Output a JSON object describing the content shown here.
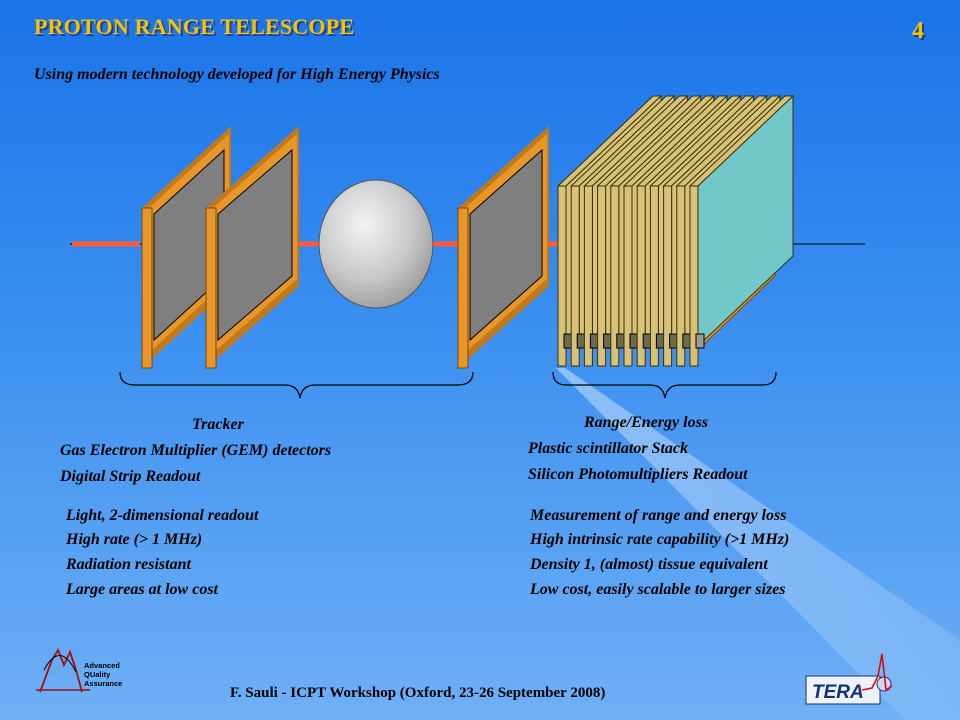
{
  "header": {
    "title": "PROTON RANGE TELESCOPE",
    "slide_number": "4",
    "subtitle": "Using modern technology developed for High Energy Physics"
  },
  "tracker": {
    "heading": "Tracker",
    "lines": [
      "Gas Electron Multiplier (GEM) detectors",
      "Digital Strip Readout"
    ],
    "features": [
      "Light, 2-dimensional readout",
      "High rate (> 1 MHz)",
      "Radiation resistant",
      "Large areas at low cost"
    ]
  },
  "range": {
    "heading": "Range/Energy loss",
    "lines": [
      "Plastic scintillator Stack",
      "Silicon Photomultipliers Readout"
    ],
    "features": [
      "Measurement of range and energy loss",
      "High intrinsic rate capability (>1 MHz)",
      "Density 1, (almost) tissue equivalent",
      "Low cost, easily scalable to larger sizes"
    ]
  },
  "footer": {
    "text": "F. Sauli - ICPT Workshop (Oxford, 23-26 September 2008)"
  },
  "logos": {
    "left_lines": [
      "Advanced",
      "QUality",
      "Assurance"
    ],
    "right": "TERA"
  },
  "colors": {
    "frame": "#e8962a",
    "detector_window": "#7f7f7f",
    "scintillator_tile": "#d8c27a",
    "last_tile": "#72c8c8",
    "beam": "#ff5a3c",
    "title": "#f5c400"
  }
}
